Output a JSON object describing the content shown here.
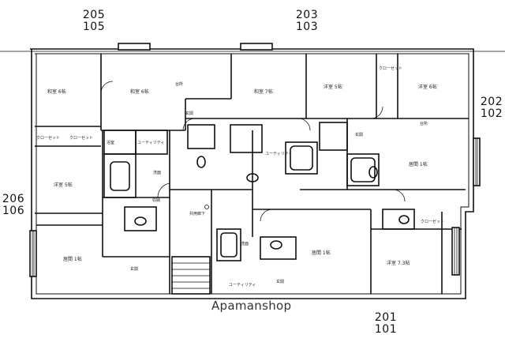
{
  "unit_labels": {
    "u205": "205",
    "u105": "105",
    "u203": "203",
    "u103": "103",
    "u202": "202",
    "u102": "102",
    "u206": "206",
    "u106": "106",
    "u201": "201",
    "u101": "101"
  },
  "rooms": {
    "washitsu_6": "和室 6帖",
    "yoshitsu_5": "洋室 5帖",
    "yoshitsu_6": "洋室 6帖",
    "washitsu_7": "和室 7帖",
    "washitsu_6b": "和室 6帖",
    "yoshitsu_5b": "洋室 5帖",
    "ldk_1": "居間 1帖",
    "ldk_2": "居間 1帖",
    "ldk_3": "居間 1帖",
    "yoshitsu_73": "洋室 7.3帖",
    "closet": "クローゼット",
    "closet2": "クローゼット",
    "closet3": "クローゼット",
    "closet4": "クローゼット",
    "utility": "ユーティリティ",
    "utility2": "ユーティリティ",
    "utility3": "ユーティリティ",
    "genkan": "玄関",
    "genkan2": "玄関",
    "genkan3": "玄関",
    "genkan4": "玄関",
    "daidokoro": "台所",
    "daidokoro2": "台所",
    "sennen": "洗面",
    "sennen2": "洗面",
    "yokushitsu": "浴室",
    "kyoyo": "共用廊下",
    "kura": "収納"
  },
  "watermark": "Apamanshop"
}
